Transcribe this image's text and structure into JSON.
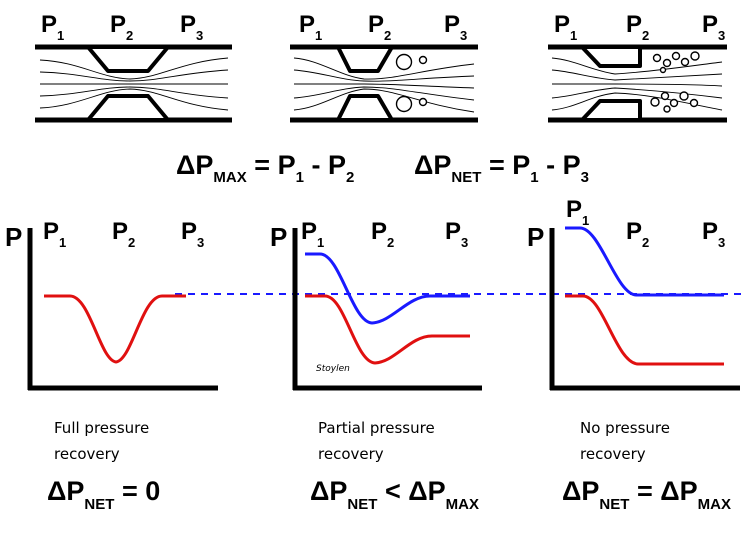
{
  "colors": {
    "upstream_curve": "#1a1aff",
    "pressure_curve": "#e01010",
    "reference_line": "#1a1aff",
    "ink": "#000000",
    "bubbles": "#000000"
  },
  "symbols": {
    "delta": "Δ",
    "pressure": "P"
  },
  "taps": {
    "p": "P",
    "sub1": "1",
    "sub2": "2",
    "sub3": "3"
  },
  "formulas": {
    "max": {
      "lhs_sub": "MAX",
      "eq": "=",
      "a_sub": "1",
      "minus": "-",
      "b_sub": "2"
    },
    "net": {
      "lhs_sub": "NET",
      "eq": "=",
      "a_sub": "1",
      "minus": "-",
      "b_sub": "3"
    }
  },
  "axes": {
    "label": "P"
  },
  "watermark": "Stoylen",
  "panels": [
    {
      "caption_line1": "Full pressure",
      "caption_line2": "recovery",
      "result_sub": "NET",
      "result_op": "=",
      "result_rhs": "0"
    },
    {
      "caption_line1": "Partial pressure",
      "caption_line2": "recovery",
      "result_sub": "NET",
      "result_op": "<",
      "result_rhs_sub": "MAX"
    },
    {
      "caption_line1": "No pressure",
      "caption_line2": "recovery",
      "result_sub": "NET",
      "result_op": "=",
      "result_rhs_sub": "MAX"
    }
  ]
}
